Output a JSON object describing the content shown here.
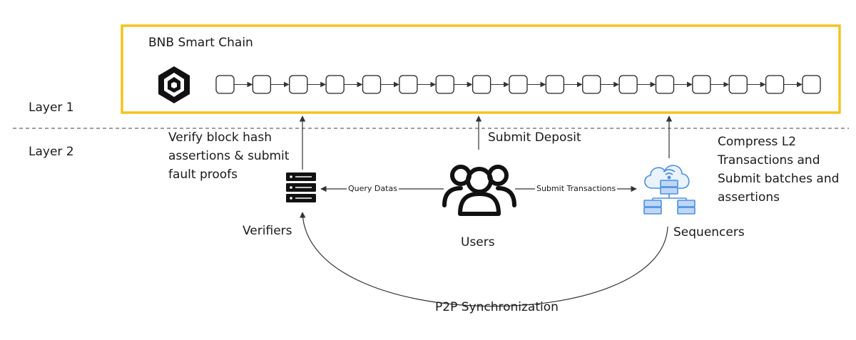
{
  "layer1": {
    "label": "Layer 1",
    "chain": {
      "title": "BNB Smart Chain",
      "logo_icon": "bnb-logo-icon",
      "border_color": "#F5C320",
      "block_count": 17
    }
  },
  "layer2": {
    "label": "Layer 2"
  },
  "nodes": {
    "verifiers": {
      "label": "Verifiers",
      "icon": "server-stack-icon"
    },
    "users": {
      "label": "Users",
      "icon": "user-group-icon"
    },
    "sequencers": {
      "label": "Sequencers",
      "icon": "cloud-network-icon",
      "icon_color": "#4A90E2"
    }
  },
  "notes": {
    "verifiers_line1": "Verify block hash",
    "verifiers_line2": "assertions & submit",
    "verifiers_line3": "fault proofs",
    "sequencers_line1": "Compress L2",
    "sequencers_line2": "Transactions and",
    "sequencers_line3": "Submit batches and",
    "sequencers_line4": "assertions"
  },
  "edges": {
    "submit_deposit": "Submit Deposit",
    "query_datas": "Query Datas",
    "submit_transactions": "Submit Transactions",
    "p2p_sync": "P2P Synchronization"
  }
}
